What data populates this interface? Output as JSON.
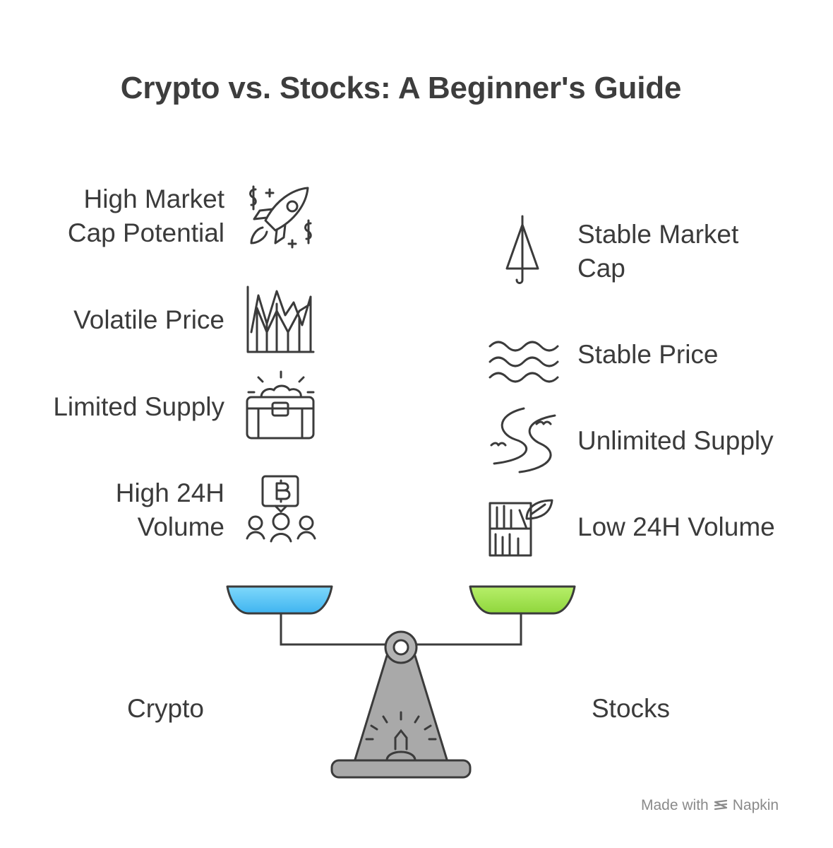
{
  "title": "Crypto vs. Stocks: A Beginner's Guide",
  "crypto": {
    "label": "Crypto",
    "pan_color": "#4fc3f7",
    "features": [
      {
        "lines": [
          "High Market",
          "Cap Potential"
        ],
        "icon": "rocket-money-icon"
      },
      {
        "lines": [
          "Volatile Price"
        ],
        "icon": "volatile-chart-icon"
      },
      {
        "lines": [
          "Limited Supply"
        ],
        "icon": "treasure-chest-icon"
      },
      {
        "lines": [
          "High 24H",
          "Volume"
        ],
        "icon": "bitcoin-crowd-icon"
      }
    ]
  },
  "stocks": {
    "label": "Stocks",
    "pan_color": "#9be34a",
    "features": [
      {
        "lines": [
          "Stable Market",
          "Cap"
        ],
        "icon": "umbrella-icon"
      },
      {
        "lines": [
          "Stable Price"
        ],
        "icon": "waves-icon"
      },
      {
        "lines": [
          "Unlimited Supply"
        ],
        "icon": "river-icon"
      },
      {
        "lines": [
          "Low 24H Volume"
        ],
        "icon": "bookshelf-leaf-icon"
      }
    ]
  },
  "watermark": {
    "prefix": "Made with",
    "brand": "Napkin"
  }
}
